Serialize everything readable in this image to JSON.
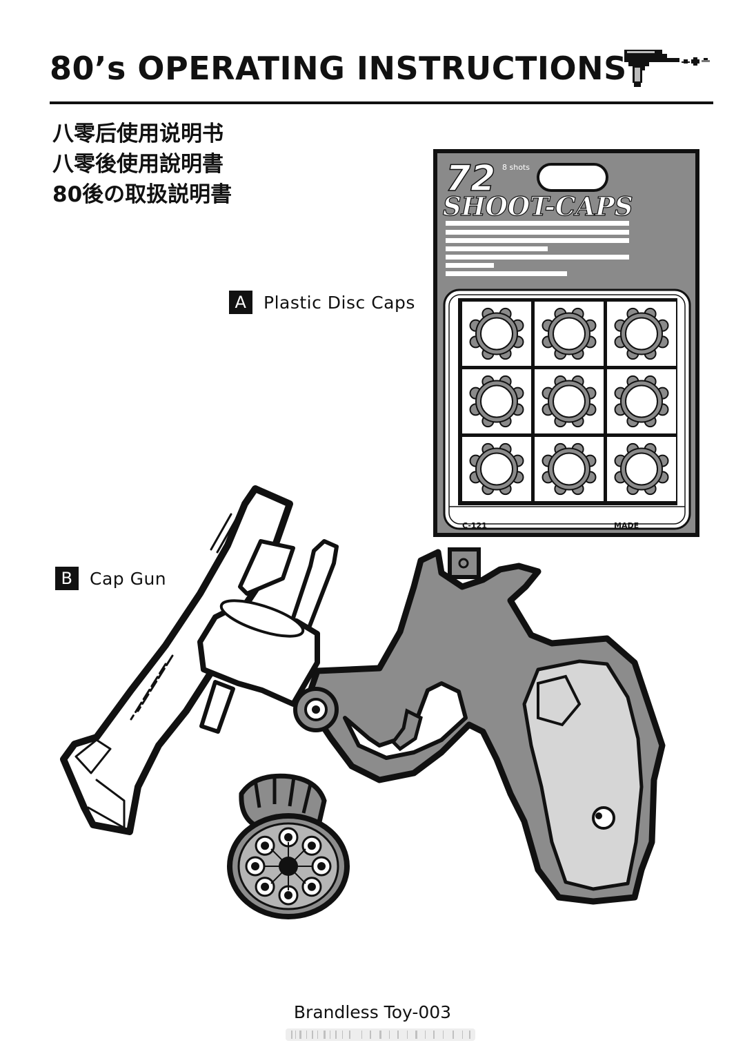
{
  "header": {
    "title": "80’s OPERATING INSTRUCTIONS",
    "icon": "pixel-ray-gun-icon"
  },
  "subtitles": [
    "八零后使用说明书",
    "八零後使用說明書",
    "80後の取扱説明書"
  ],
  "labels": {
    "a_letter": "A",
    "a_text": "Plastic Disc Caps",
    "b_letter": "B",
    "b_text": "Cap Gun"
  },
  "card": {
    "count": "72",
    "shots": "8 shots",
    "brand": "SHOOT-CAPS",
    "code": "C-121",
    "made": "MADE",
    "grid_rows": 3,
    "grid_cols": 3
  },
  "footer": {
    "text": "Brandless Toy-003"
  },
  "colors": {
    "ink": "#111111",
    "card_grey": "#8a8a8a",
    "gun_grey": "#8c8c8c",
    "grip_light": "#d6d6d6",
    "background": "#ffffff"
  }
}
